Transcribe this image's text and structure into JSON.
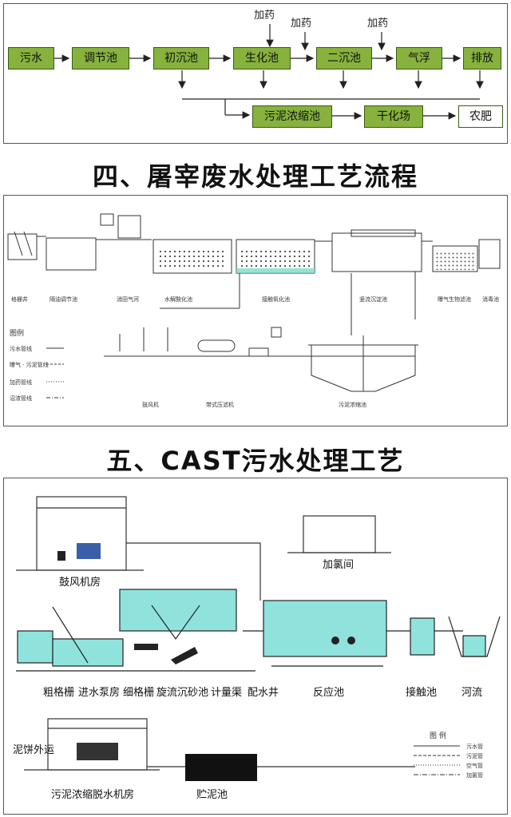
{
  "flow": {
    "boxes": [
      "污水",
      "调节池",
      "初沉池",
      "生化池",
      "二沉池",
      "气浮",
      "排放",
      "污泥浓缩池",
      "干化场",
      "农肥"
    ],
    "dosing": [
      "加药",
      "加药",
      "加药"
    ]
  },
  "section4": {
    "title": "四、屠宰废水处理工艺流程",
    "labels": [
      "格栅井",
      "隔油调节池",
      "消田气河",
      "水解酸化池",
      "接触氧化池",
      "竖流沉淀池",
      "曝气生物滤池",
      "消毒池",
      "鼓风机",
      "带式压滤机",
      "污泥浓缩池"
    ],
    "legend_title": "图例",
    "legend": [
      "污水管线",
      "曝气 · 污泥管线",
      "加药管线",
      "沼渣管线"
    ]
  },
  "section5": {
    "title": "五、CAST污水处理工艺",
    "labels": [
      "鼓风机房",
      "加氯间",
      "粗格栅",
      "进水泵房",
      "细格栅",
      "旋流沉砂池",
      "计量渠",
      "配水井",
      "反应池",
      "接触池",
      "河流",
      "泥饼外运",
      "污泥浓缩脱水机房",
      "贮泥池"
    ],
    "legend_title": "图 例",
    "legend": [
      "污水管",
      "污泥管",
      "空气管",
      "加氯管"
    ]
  },
  "colors": {
    "box_green": "#86b23d",
    "water_cyan": "#8fe3dc"
  }
}
